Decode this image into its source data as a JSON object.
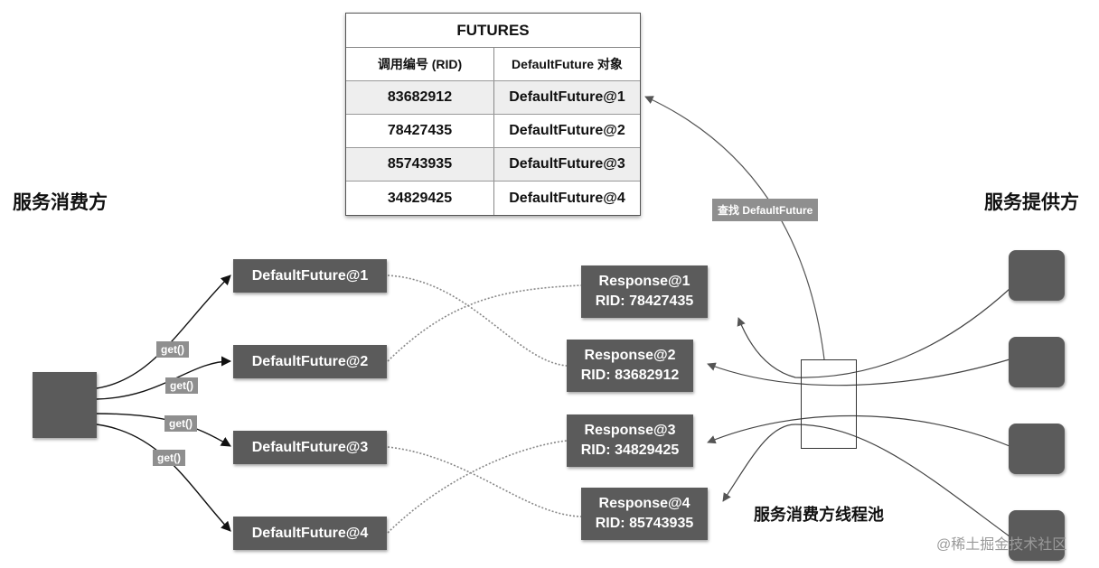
{
  "futures_table": {
    "title": "FUTURES",
    "headers": [
      "调用编号 (RID)",
      "DefaultFuture 对象"
    ],
    "rows": [
      {
        "rid": "83682912",
        "future": "DefaultFuture@1"
      },
      {
        "rid": "78427435",
        "future": "DefaultFuture@2"
      },
      {
        "rid": "85743935",
        "future": "DefaultFuture@3"
      },
      {
        "rid": "34829425",
        "future": "DefaultFuture@4"
      }
    ]
  },
  "consumer_title": "服务消费方",
  "provider_title": "服务提供方",
  "futures": [
    "DefaultFuture@1",
    "DefaultFuture@2",
    "DefaultFuture@3",
    "DefaultFuture@4"
  ],
  "get_labels": [
    "get()",
    "get()",
    "get()",
    "get()"
  ],
  "responses": [
    {
      "name": "Response@1",
      "rid": "RID: 78427435"
    },
    {
      "name": "Response@2",
      "rid": "RID: 83682912"
    },
    {
      "name": "Response@3",
      "rid": "RID: 34829425"
    },
    {
      "name": "Response@4",
      "rid": "RID: 85743935"
    }
  ],
  "lookup_label": "查找 DefaultFuture",
  "pool_title": "服务消费方线程池",
  "watermark": "@稀土掘金技术社区"
}
